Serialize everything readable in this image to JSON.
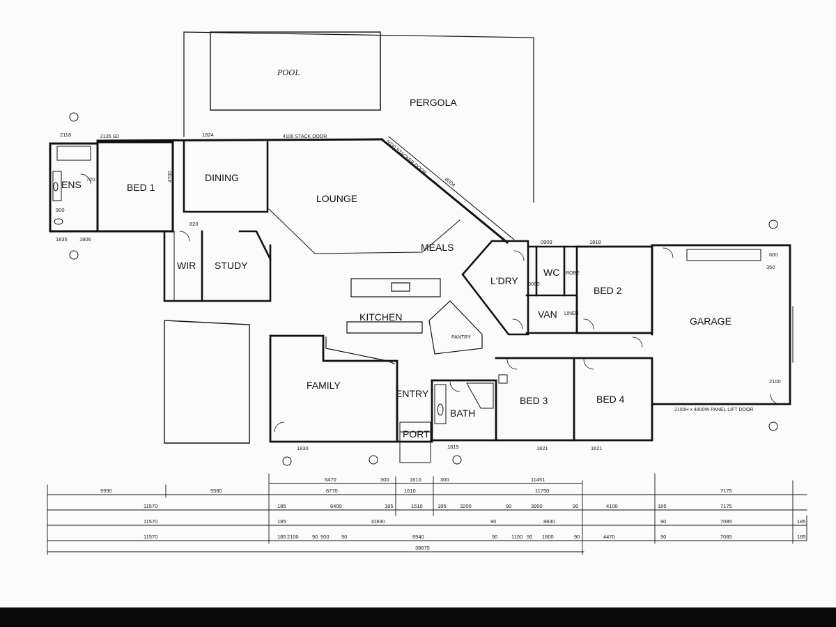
{
  "rooms": {
    "pool": "POOL",
    "pergola": "PERGOLA",
    "ens": "ENS",
    "bed1": "BED 1",
    "dining": "DINING",
    "lounge": "LOUNGE",
    "meals": "MEALS",
    "wir": "WIR",
    "study": "STUDY",
    "kitchen": "KITCHEN",
    "ldry": "L'DRY",
    "wc": "WC",
    "van": "VAN",
    "bed2": "BED 2",
    "garage": "GARAGE",
    "family": "FAMILY",
    "entry": "ENTRY",
    "bath": "BATH",
    "port": "PORT",
    "bed3": "BED 3",
    "bed4": "BED 4"
  },
  "labels": {
    "stack_door": "4100 STACK DOOR",
    "stacker_door": "5030 STACKER DOOR",
    "sd": "2135 SD",
    "panel_door": "2100H x 4800W PANEL LIFT DOOR",
    "pantry": "PANTRY",
    "robe": "ROBE",
    "linen": "LINEN"
  },
  "dimensions": {
    "row1": [
      "5990",
      "5580",
      "6470",
      "300",
      "1610",
      "300",
      "11451",
      "7175"
    ],
    "row2": [
      "6770",
      "1610",
      "11750"
    ],
    "row3": [
      "11570",
      "185",
      "6400",
      "185",
      "1610",
      "185",
      "3200",
      "90",
      "3900",
      "90",
      "4100",
      "185",
      "7175"
    ],
    "row4": [
      "11570",
      "185",
      "10830",
      "90",
      "8840",
      "90",
      "7085",
      "185"
    ],
    "row5": [
      "11570",
      "185",
      "2100",
      "90",
      "900",
      "90",
      "8940",
      "90",
      "1100",
      "90",
      "1800",
      "90",
      "4470",
      "90",
      "7085",
      "185"
    ],
    "total": "38875"
  },
  "small_dims": [
    "2118",
    "1824",
    "820",
    "720",
    "900",
    "1835",
    "1806",
    "8004",
    "4700",
    "0909",
    "1818",
    "350",
    "1830",
    "1815",
    "1821",
    "1621",
    "5000",
    "2100",
    "600"
  ]
}
